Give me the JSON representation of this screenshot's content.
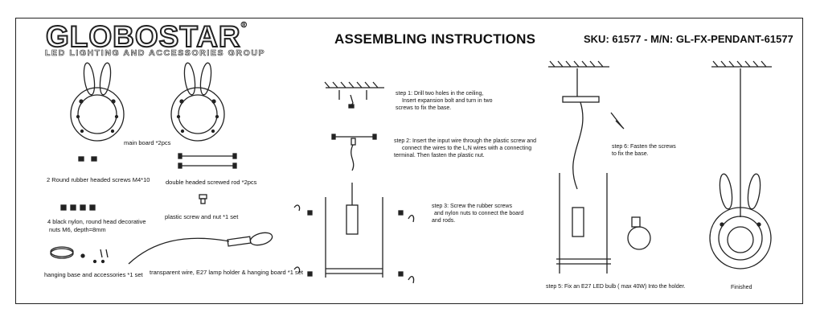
{
  "header": {
    "logo_text": "GLOBOSTAR",
    "logo_trademark": "®",
    "logo_tagline": "LED LIGHTING AND ACCESSORIES GROUP",
    "title": "ASSEMBLING INSTRUCTIONS",
    "sku": "SKU: 61577 - M/N: GL-FX-PENDANT-61577"
  },
  "parts": {
    "main_board": "main board *2pcs",
    "screws_m4": "2 Round rubber headed  screws M4*10",
    "rod": "double headed screwed rod *2pcs",
    "plastic_screw": "plastic screw and nut  *1 set",
    "nylon_nuts_line1": "4 black nylon, round head decorative",
    "nylon_nuts_line2": "nuts M6, depth=8mm",
    "hanging_base": "hanging base and accessories *1 set",
    "wire": "transparent wire, E27 lamp holder & hanging board *1 set"
  },
  "steps": {
    "step1": [
      "step 1:  Drill two holes in the ceiling,",
      "Insert expansion bolt and turn in two",
      "screws to fix the base."
    ],
    "step2": [
      "step 2:  Insert the input wire through the plastic screw  and",
      "connect the wires to the L,N wires with a connecting",
      "terminal. Then fasten the plastic nut."
    ],
    "step3": [
      "step 3:   Screw the  rubber screws",
      "and  nylon nuts  to connect the board",
      "and rods."
    ],
    "step4": [
      "step 6:  Fasten the screws",
      "to fix the base."
    ],
    "step5": "step 5: Fix an E27 LED bulb ( max 40W)  Into the holder.",
    "finished": "Finished"
  }
}
